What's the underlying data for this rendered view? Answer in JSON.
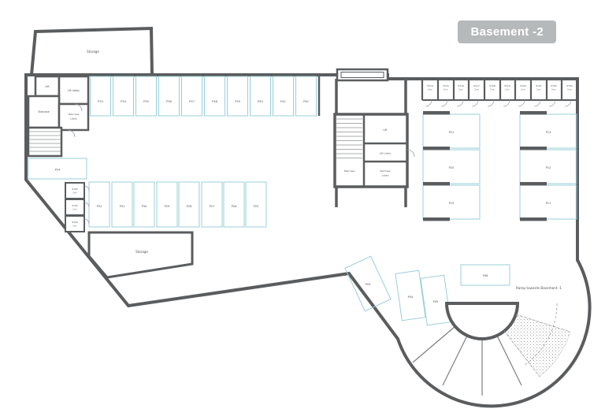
{
  "badge": {
    "label": "Basement -2"
  },
  "colors": {
    "badge_bg": "#b6b9ba",
    "wall": "#5a5c5e",
    "stall": "#99cfd8"
  },
  "rooms": {
    "storage_top": "Storage",
    "storage_bottom": "Storage",
    "left_core": {
      "lift": "Lift",
      "lift_lobby": "Lift Lobby",
      "staircase": "Staircase",
      "staircase_lobby_1": "Staircase",
      "staircase_lobby_2": "Lobby"
    },
    "center_core": {
      "lift": "Lift",
      "lift_lobby": "Lift Lobby",
      "staircase": "Staircase",
      "staircase_lobby_1": "Staircase",
      "staircase_lobby_2": "Lobby"
    }
  },
  "ramp": {
    "label": "Ramp towards Basement -1"
  },
  "storage_units_top": [
    {
      "id": "ST14",
      "area": "3 m²"
    },
    {
      "id": "ST15",
      "area": "3 m²"
    },
    {
      "id": "ST16",
      "area": "3 m²"
    },
    {
      "id": "ST17",
      "area": "3 m²"
    },
    {
      "id": "ST18",
      "area": "3 m²"
    },
    {
      "id": "ST19",
      "area": "3 m²"
    },
    {
      "id": "ST20",
      "area": "3 m²"
    },
    {
      "id": "ST21",
      "area": "3 m²"
    },
    {
      "id": "ST22",
      "area": "3 m²"
    },
    {
      "id": "ST23",
      "area": "3 m²"
    }
  ],
  "storage_units_left": [
    {
      "id": "ST24",
      "area": "3 m²"
    },
    {
      "id": "ST25",
      "area": "3 m²"
    },
    {
      "id": "ST26",
      "area": "3 m²"
    }
  ],
  "parking": {
    "row_top": [
      "P33",
      "P34",
      "P35",
      "P36",
      "P37",
      "P38",
      "P39",
      "P40",
      "P41",
      "P42"
    ],
    "row_mid": [
      "P32",
      "P31",
      "P30",
      "P29",
      "P28",
      "P27",
      "P26",
      "P25"
    ],
    "left_wall": "P24",
    "right_col_left": [
      "P21",
      "P20",
      "P19"
    ],
    "right_col_right": [
      "P13",
      "P12",
      "P11"
    ],
    "bottom": [
      "P43",
      "P44",
      "P45",
      "P46"
    ]
  }
}
